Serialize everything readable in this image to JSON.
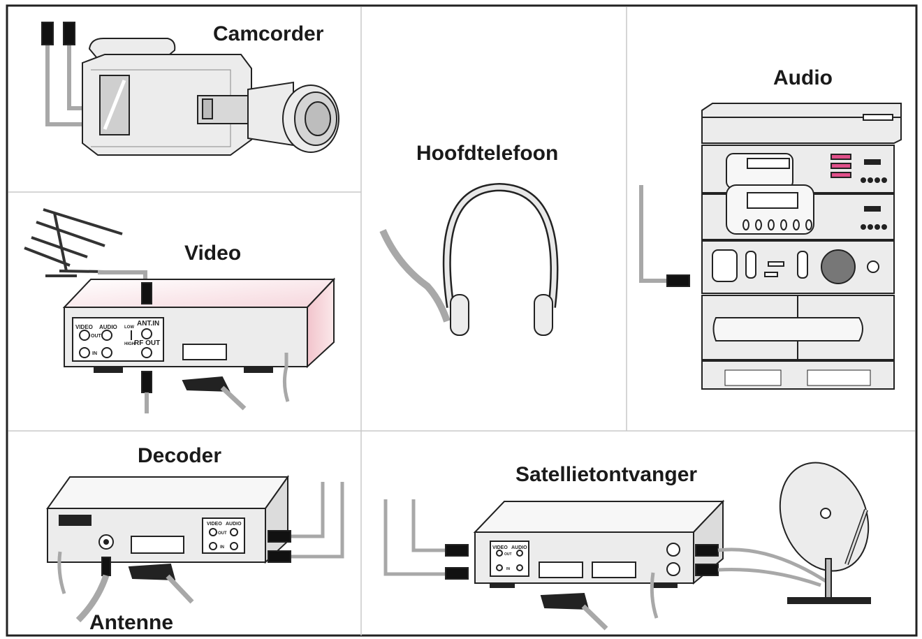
{
  "labels": {
    "camcorder": "Camcorder",
    "video": "Video",
    "hoofdtelefoon": "Hoofdtelefoon",
    "audio": "Audio",
    "decoder": "Decoder",
    "satelliet": "Satellietontvanger",
    "antenne": "Antenne"
  },
  "video_panel": {
    "video": "VIDEO",
    "audio": "AUDIO",
    "out": "OUT",
    "in": "IN",
    "low": "LOW",
    "high": "HIGH",
    "ant_in": "ANT.IN",
    "rf_out": "RF OUT"
  },
  "decoder_panel": {
    "video": "VIDEO",
    "audio": "AUDIO",
    "out": "OUT",
    "in": "IN"
  },
  "sat_panel": {
    "video": "VIDEO",
    "audio": "AUDIO",
    "out": "OUT",
    "in": "IN"
  },
  "colors": {
    "border": "#222222",
    "divider": "#c8c8c8",
    "device_fill": "#ececec",
    "cable": "#a8a8a8",
    "accent_pink": "#e0508a"
  }
}
